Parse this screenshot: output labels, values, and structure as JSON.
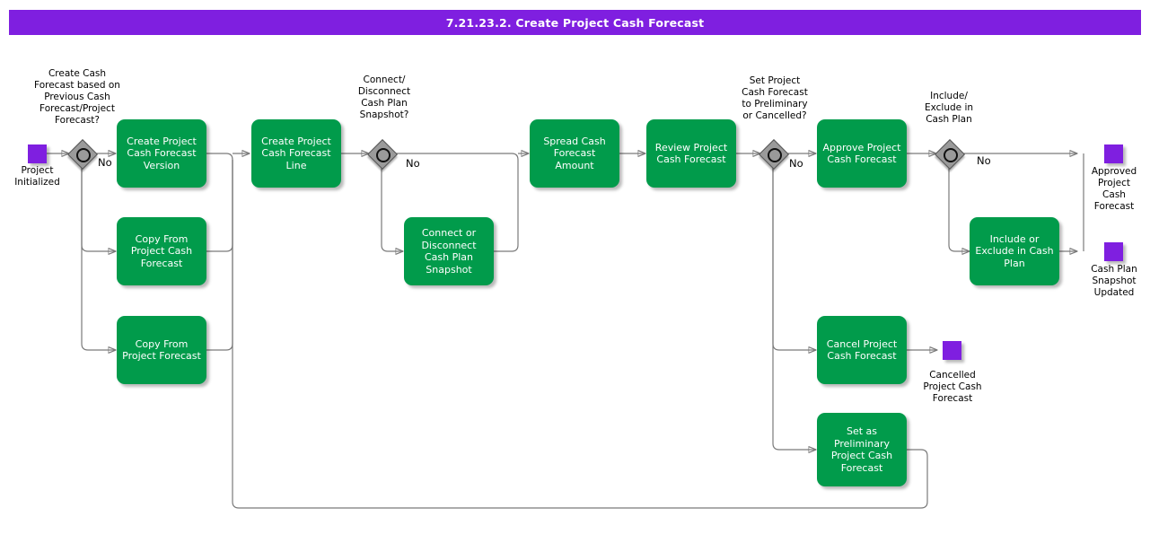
{
  "header": {
    "title": "7.21.23.2. Create Project Cash Forecast"
  },
  "colors": {
    "banner": "#7F1FE0",
    "task": "#019B4B",
    "event": "#7F1FE0",
    "gateway": "#9A9A9A",
    "connector": "#7A7A7A",
    "task_text": "#FFFFFF",
    "label_text": "#000000"
  },
  "diagram": {
    "type": "bpmn-process-flow",
    "events": [
      {
        "id": "ev-project-initialized",
        "label": "Project\nInitialized",
        "kind": "start"
      },
      {
        "id": "ev-approved-project-cash-forecast",
        "label": "Approved\nProject\nCash\nForecast",
        "kind": "end"
      },
      {
        "id": "ev-cash-plan-snapshot-updated",
        "label": "Cash Plan\nSnapshot\nUpdated",
        "kind": "end"
      },
      {
        "id": "ev-cancelled-project-cash-forecast",
        "label": "Cancelled\nProject Cash\nForecast",
        "kind": "end"
      }
    ],
    "gateways": [
      {
        "id": "gw-previous-forecast",
        "label": "Create Cash\nForecast based on\nPrevious Cash\nForecast/Project\nForecast?",
        "default_branch": "No"
      },
      {
        "id": "gw-cash-plan-snapshot",
        "label": "Connect/\nDisconnect\nCash Plan\nSnapshot?",
        "default_branch": "No"
      },
      {
        "id": "gw-preliminary-or-cancelled",
        "label": "Set Project\nCash Forecast\nto Preliminary\nor Cancelled?",
        "default_branch": "No"
      },
      {
        "id": "gw-include-exclude",
        "label": "Include/\nExclude in\nCash Plan",
        "default_branch": "No"
      }
    ],
    "tasks": [
      {
        "id": "task-create-version",
        "label": "Create Project\nCash Forecast\nVersion"
      },
      {
        "id": "task-copy-from-cash-forecast",
        "label": "Copy From\nProject Cash\nForecast"
      },
      {
        "id": "task-copy-from-project-forecast",
        "label": "Copy From\nProject Forecast"
      },
      {
        "id": "task-create-line",
        "label": "Create Project\nCash Forecast\nLine"
      },
      {
        "id": "task-connect-disconnect-snapshot",
        "label": "Connect or\nDisconnect Cash\nPlan Snapshot"
      },
      {
        "id": "task-spread-amount",
        "label": "Spread Cash\nForecast Amount"
      },
      {
        "id": "task-review",
        "label": "Review Project\nCash Forecast"
      },
      {
        "id": "task-approve",
        "label": "Approve Project\nCash Forecast"
      },
      {
        "id": "task-include-exclude",
        "label": "Include or\nExclude in Cash\nPlan"
      },
      {
        "id": "task-cancel",
        "label": "Cancel Project\nCash Forecast"
      },
      {
        "id": "task-set-preliminary",
        "label": "Set as\nPreliminary\nProject Cash\nForecast"
      }
    ],
    "branch_labels": {
      "no": "No"
    }
  }
}
